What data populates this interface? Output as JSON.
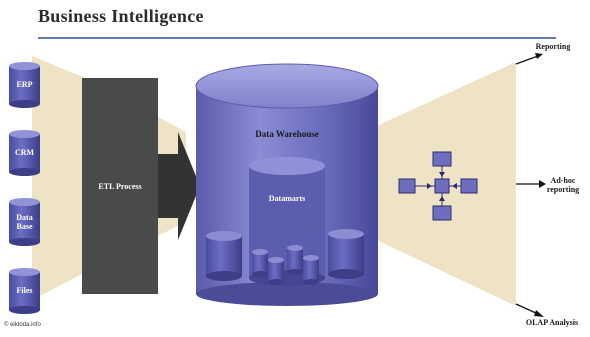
{
  "title": "Business Intelligence",
  "sources": [
    {
      "label": "ERP"
    },
    {
      "label": "CRM"
    },
    {
      "label": "Data Base"
    },
    {
      "label": "Files"
    }
  ],
  "etl": {
    "label": "ETL Process"
  },
  "warehouse": {
    "label": "Data Warehouse",
    "datamart_label": "Datamarts"
  },
  "outputs": [
    {
      "label": "Reporting"
    },
    {
      "label": "Ad-hoc reporting"
    },
    {
      "label": "OLAP Analysis"
    }
  ],
  "copyright": "© eiktoda.info",
  "colors": {
    "cylinder": "#6d6fbe",
    "cylinder_dark": "#4b4c98",
    "funnel": "#efe3c6",
    "etl_box": "#4a4a4a",
    "title_rule": "#2f4f8f"
  }
}
